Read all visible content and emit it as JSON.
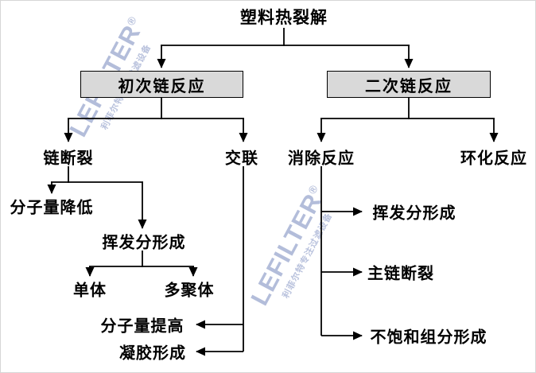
{
  "diagram": {
    "title": "塑料热裂解",
    "primary_box": "初次链反应",
    "secondary_box": "二次链反应",
    "chain_scission": "链断裂",
    "crosslinking": "交联",
    "mw_decrease": "分子量降低",
    "volatile_formation": "挥发分形成",
    "monomer": "单体",
    "oligomer": "多聚体",
    "mw_increase": "分子量提高",
    "gel_formation": "凝胶形成",
    "elimination": "消除反应",
    "cyclization": "环化反应",
    "volatile_formation_2": "挥发分形成",
    "main_chain_scission": "主链断裂",
    "unsaturated_formation": "不饱和组分形成"
  },
  "watermark": {
    "brand": "LEFILTER",
    "reg": "®",
    "subtitle": "利菲尔特专注过滤设备"
  },
  "colors": {
    "box_fill": "#d9d9d9",
    "box_border": "#000000",
    "line": "#000000",
    "text": "#000000",
    "background": "#ffffff",
    "watermark": "#7486bc"
  }
}
